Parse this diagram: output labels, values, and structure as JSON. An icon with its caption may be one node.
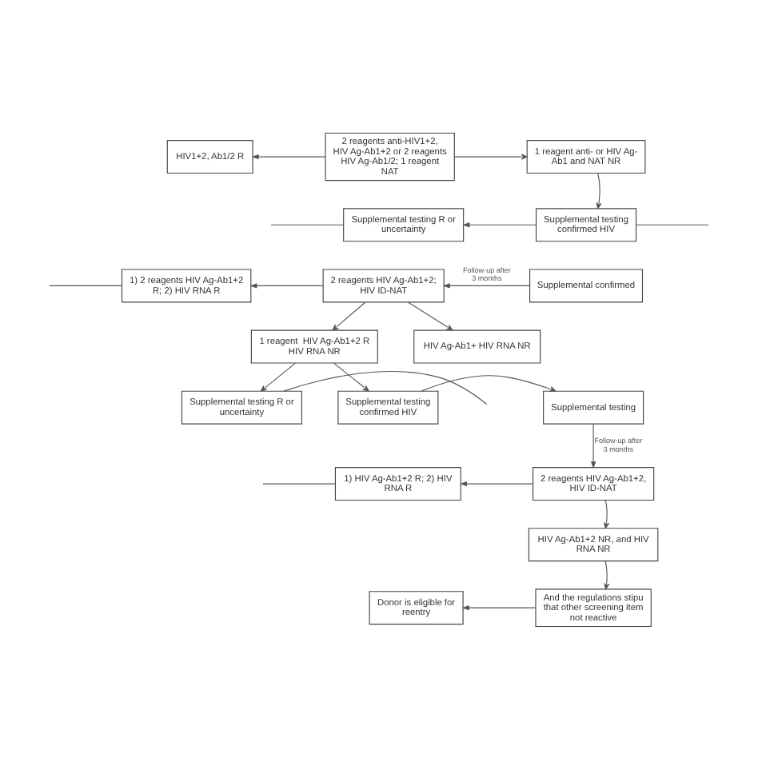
{
  "diagram": {
    "nodes": [
      {
        "text": [
          "HIV1+2, Ab1/2 R"
        ]
      },
      {
        "text": [
          "2 reagents anti-HIV1+2, HIV Ag-Ab1+2 or 2 reagents HIV Ag-Ab1/2; 1 reagent NAT"
        ]
      },
      {
        "text": [
          "1 reagent anti- or HIV Ag-Ab1 and NAT NR"
        ]
      },
      {
        "text": [
          "Supplemental testing R or uncertainty"
        ]
      },
      {
        "text": [
          "Supplemental testing confirmed HIV"
        ]
      },
      {
        "text": [
          "Supplemental confirmed"
        ]
      },
      {
        "text": [
          "2 reagents HIV Ag-Ab1+2; HIV ID-NAT"
        ]
      },
      {
        "text": [
          "1) 2 reagents HIV Ag-Ab1+2 R; 2) HIV RNA R"
        ]
      },
      {
        "text": [
          "1 reagent  HIV Ag-Ab1+2 R HIV RNA NR"
        ]
      },
      {
        "text": [
          "HIV Ag-Ab1+ HIV RNA NR"
        ]
      },
      {
        "text": [
          "Supplemental testing R or uncertainty"
        ]
      },
      {
        "text": [
          "Supplemental testing confirmed HIV"
        ]
      },
      {
        "text": [
          "Supplemental testing"
        ]
      },
      {
        "text": [
          "2 reagents HIV Ag-Ab1+2, HIV ID-NAT"
        ]
      },
      {
        "text": [
          "1) HIV Ag-Ab1+2 R; 2) HIV RNA R"
        ]
      },
      {
        "text": [
          "HIV Ag-Ab1+2 NR, and HIV RNA NR"
        ]
      },
      {
        "text": [
          "And the regulations stipu that other screening item not reactive"
        ]
      },
      {
        "text": [
          "Donor is eligible for reentry"
        ]
      }
    ],
    "edges": [
      {
        "from": 1,
        "to": 0,
        "arrow": "to"
      },
      {
        "from": 1,
        "to": 2,
        "arrow": "to"
      },
      {
        "from": 2,
        "to": 4,
        "arrow": "to"
      },
      {
        "from": 4,
        "to": 3,
        "arrow": "to"
      },
      {
        "from": 3,
        "to": null,
        "arrow": "none"
      },
      {
        "from": 4,
        "to": null,
        "arrow": "none"
      },
      {
        "from": 5,
        "to": 6,
        "arrow": "to",
        "label": "Follow-up after 3 months"
      },
      {
        "from": 6,
        "to": 7,
        "arrow": "to"
      },
      {
        "from": 7,
        "to": null,
        "arrow": "none"
      },
      {
        "from": 6,
        "to": 8,
        "arrow": "to"
      },
      {
        "from": 6,
        "to": 9,
        "arrow": "to"
      },
      {
        "from": 8,
        "to": 10,
        "arrow": "to"
      },
      {
        "from": 8,
        "to": 11,
        "arrow": "to"
      },
      {
        "from": 10,
        "to": null,
        "arrow": "none"
      },
      {
        "from": 11,
        "to": 12,
        "arrow": "to"
      },
      {
        "from": 12,
        "to": 13,
        "arrow": "to",
        "label": "Follow-up after 3 months"
      },
      {
        "from": 13,
        "to": 14,
        "arrow": "to"
      },
      {
        "from": 14,
        "to": null,
        "arrow": "none"
      },
      {
        "from": 13,
        "to": 15,
        "arrow": "to"
      },
      {
        "from": 15,
        "to": 16,
        "arrow": "to"
      },
      {
        "from": 16,
        "to": 17,
        "arrow": "to"
      }
    ]
  }
}
